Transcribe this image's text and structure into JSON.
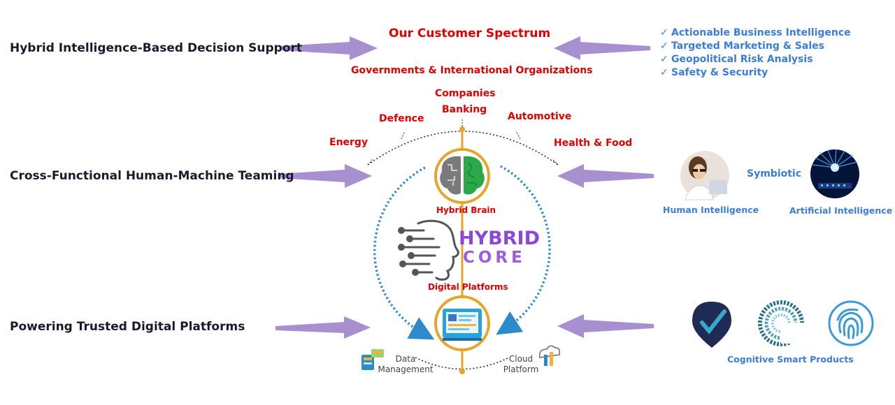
{
  "left_labels": [
    "Hybrid Intelligence-Based Decision Support",
    "Cross-Functional Human-Machine Teaming",
    "Powering Trusted Digital Platforms"
  ],
  "spectrum": {
    "title": "Our Customer Spectrum",
    "governments": "Governments & International Organizations",
    "sectors": {
      "energy": "Energy",
      "defence": "Defence",
      "companies": "Companies",
      "banking": "Banking",
      "automotive": "Automotive",
      "health": "Health & Food"
    }
  },
  "benefits": [
    "Actionable Business Intelligence",
    "Targeted Marketing & Sales",
    "Geopolitical Risk Analysis",
    "Safety & Security"
  ],
  "check_glyph": "✓",
  "core": {
    "brain_label": "Hybrid Brain",
    "logo_line1": "HYBRID",
    "logo_line2": "CORE",
    "platforms_label": "Digital Platforms",
    "data_mgmt": [
      "Data",
      "Management"
    ],
    "cloud": [
      "Cloud",
      "Platform"
    ]
  },
  "teaming": {
    "symbiotic": "Symbiotic",
    "human": "Human Intelligence",
    "ai": "Artificial Intelligence"
  },
  "products": {
    "label": "Cognitive Smart Products",
    "icons": [
      "location-check-icon",
      "spiral-logo-icon",
      "fingerprint-icon"
    ]
  },
  "colors": {
    "red": "#e00000",
    "blue": "#3b7dd8",
    "purple_arrow": "#a890d0",
    "ring_orange": "#e6a52a",
    "dotted_blue": "#2e8bc9",
    "core_purple": "#8b48d6"
  }
}
